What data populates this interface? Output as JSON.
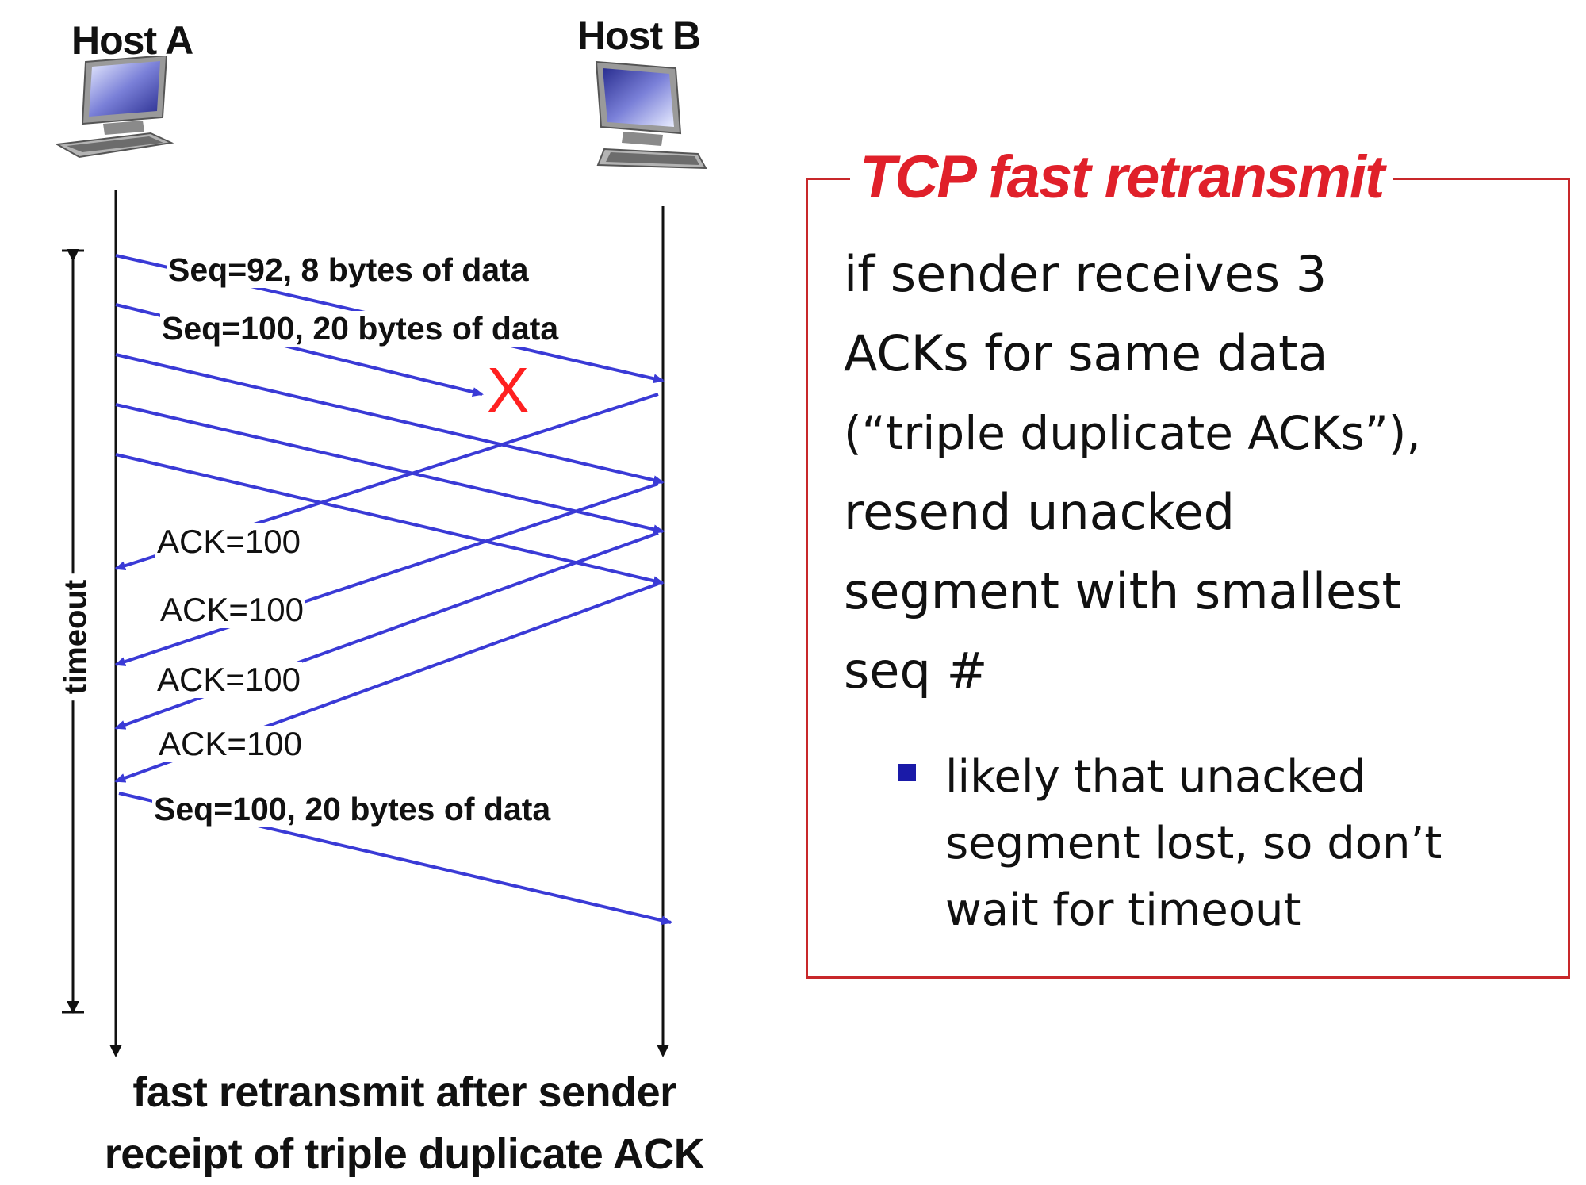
{
  "hosts": {
    "a_label": "Host A",
    "b_label": "Host B"
  },
  "messages": {
    "seq92": "Seq=92, 8 bytes of data",
    "seq100": "Seq=100, 20 bytes of data",
    "retransmit": "Seq=100, 20 bytes of data",
    "ack1": "ACK=100",
    "ack2": "ACK=100",
    "ack3": "ACK=100",
    "ack4": "ACK=100",
    "loss_mark": "X"
  },
  "timeout_label": "timeout",
  "caption": {
    "line1": "fast retransmit after sender",
    "line2": "receipt of triple duplicate ACK"
  },
  "box": {
    "title": "TCP fast retransmit",
    "line1": "if sender receives 3",
    "line2": "ACKs for same data",
    "line3": "(“triple duplicate ACKs”),",
    "line4": "resend unacked",
    "line5": "segment with smallest",
    "line6": "seq #",
    "bullet1_line1": "likely that unacked",
    "bullet1_line2": "segment lost, so don’t",
    "bullet1_line3": "wait for timeout"
  },
  "colors": {
    "arrow": "#3a3ad6",
    "box_border": "#c8282a",
    "title": "#e0202a",
    "loss_mark": "#ff2020",
    "bullet": "#1a1aa8"
  },
  "icons": {
    "host_a": "computer-icon",
    "host_b": "computer-icon"
  }
}
